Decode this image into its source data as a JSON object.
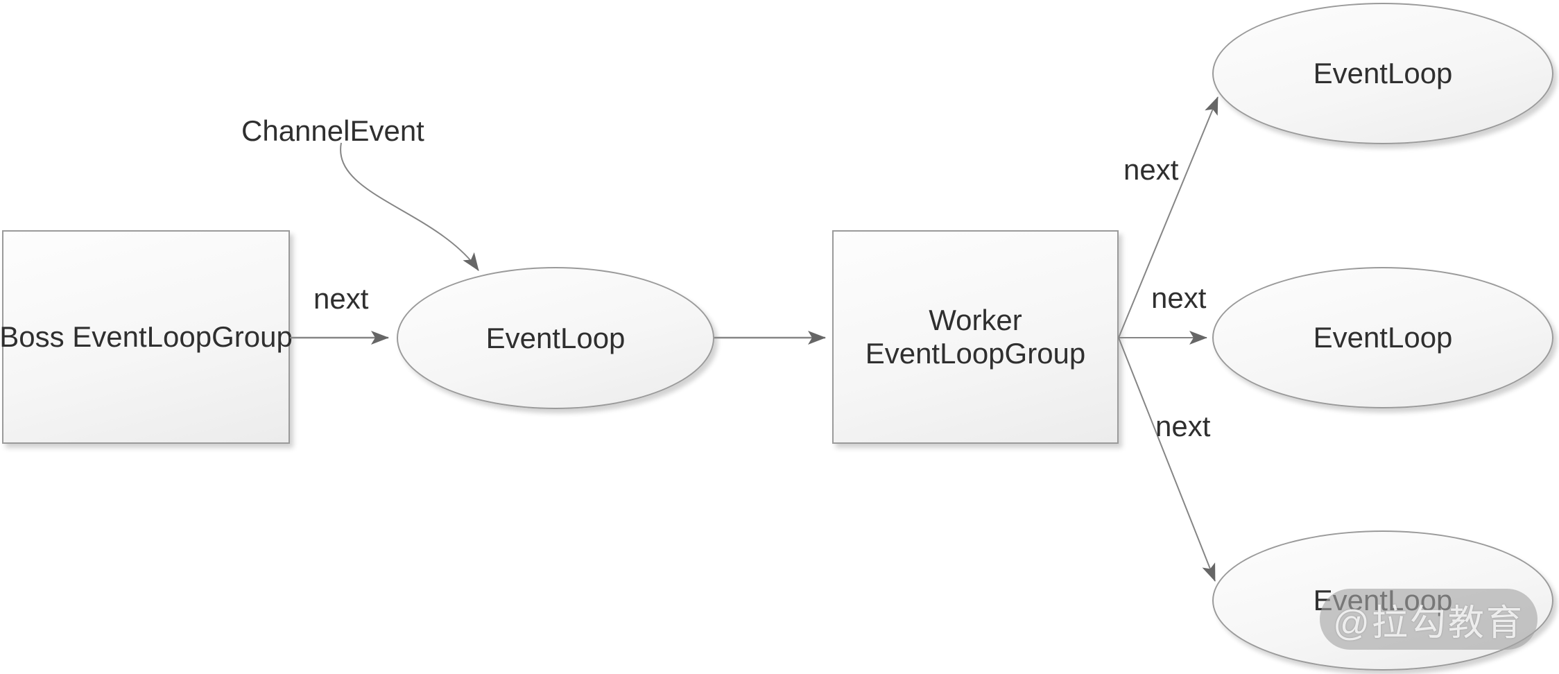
{
  "diagram": {
    "nodes": {
      "boss_group": {
        "label": "Boss EventLoopGroup",
        "shape": "rectangle"
      },
      "event_loop_main": {
        "label": "EventLoop",
        "shape": "ellipse"
      },
      "worker_group": {
        "label_line1": "Worker",
        "label_line2": "EventLoopGroup",
        "shape": "rectangle"
      },
      "event_loop_top": {
        "label": "EventLoop",
        "shape": "ellipse"
      },
      "event_loop_middle": {
        "label": "EventLoop",
        "shape": "ellipse"
      },
      "event_loop_bottom": {
        "label": "EventLoop",
        "shape": "ellipse"
      }
    },
    "edge_labels": {
      "channel_event": "ChannelEvent",
      "next_boss_to_eventloop": "next",
      "next_worker_to_top": "next",
      "next_worker_to_middle": "next",
      "next_worker_to_bottom": "next"
    },
    "watermark": "@拉勾教育",
    "colors": {
      "background": "#ffffff",
      "node_fill_light": "#fdfdfd",
      "node_fill_dark": "#ececec",
      "node_border": "#9a9a9a",
      "arrow_line": "#858585",
      "arrow_head": "#666666",
      "text": "#2f2f2f",
      "watermark_background": "#a4a4a4",
      "watermark_text": "#ffffff"
    }
  }
}
